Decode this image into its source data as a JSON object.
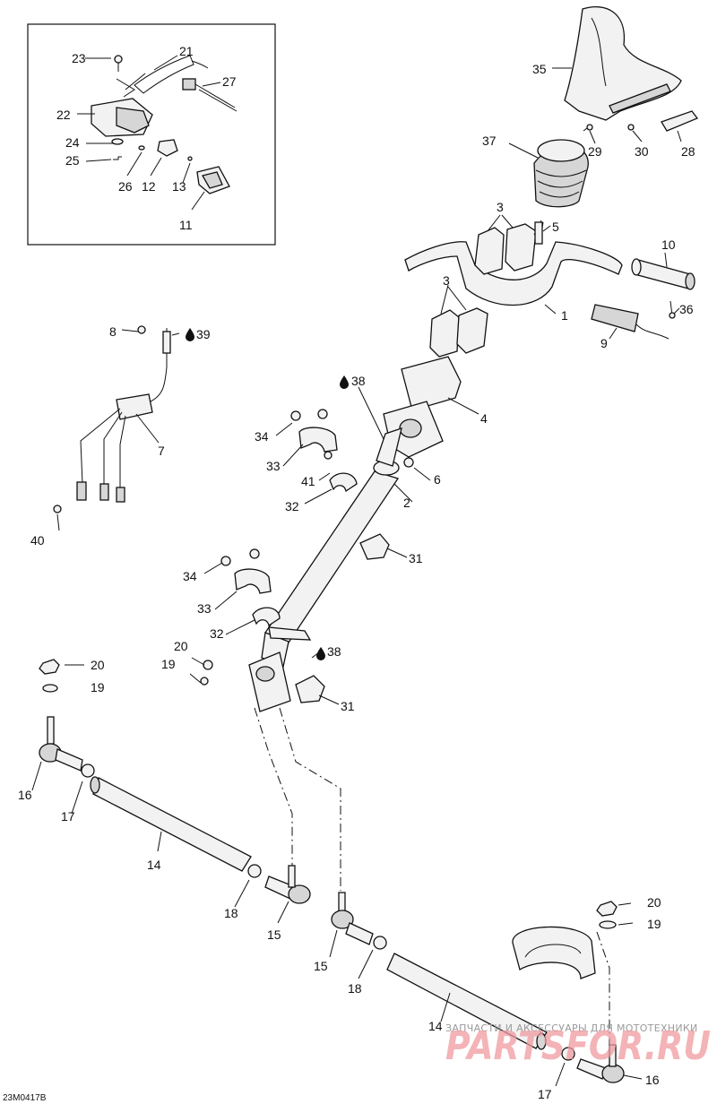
{
  "diagram": {
    "drawing_code": "23M0417B",
    "callouts": [
      {
        "id": "c23",
        "text": "23"
      },
      {
        "id": "c21",
        "text": "21"
      },
      {
        "id": "c27",
        "text": "27"
      },
      {
        "id": "c22",
        "text": "22"
      },
      {
        "id": "c24",
        "text": "24"
      },
      {
        "id": "c25",
        "text": "25"
      },
      {
        "id": "c26",
        "text": "26"
      },
      {
        "id": "c12",
        "text": "12"
      },
      {
        "id": "c13",
        "text": "13"
      },
      {
        "id": "c11",
        "text": "11"
      },
      {
        "id": "c35",
        "text": "35"
      },
      {
        "id": "c29",
        "text": "29"
      },
      {
        "id": "c30",
        "text": "30"
      },
      {
        "id": "c28",
        "text": "28"
      },
      {
        "id": "c37",
        "text": "37"
      },
      {
        "id": "c3a",
        "text": "3"
      },
      {
        "id": "c5",
        "text": "5"
      },
      {
        "id": "c10",
        "text": "10"
      },
      {
        "id": "c3b",
        "text": "3"
      },
      {
        "id": "c1",
        "text": "1"
      },
      {
        "id": "c36",
        "text": "36"
      },
      {
        "id": "c9",
        "text": "9"
      },
      {
        "id": "c8",
        "text": "8"
      },
      {
        "id": "c39",
        "text": "39"
      },
      {
        "id": "c38a",
        "text": "38"
      },
      {
        "id": "c4",
        "text": "4"
      },
      {
        "id": "c7",
        "text": "7"
      },
      {
        "id": "c34a",
        "text": "34"
      },
      {
        "id": "c33a",
        "text": "33"
      },
      {
        "id": "c41",
        "text": "41"
      },
      {
        "id": "c6",
        "text": "6"
      },
      {
        "id": "c32a",
        "text": "32"
      },
      {
        "id": "c2",
        "text": "2"
      },
      {
        "id": "c40",
        "text": "40"
      },
      {
        "id": "c31a",
        "text": "31"
      },
      {
        "id": "c34b",
        "text": "34"
      },
      {
        "id": "c33b",
        "text": "33"
      },
      {
        "id": "c32b",
        "text": "32"
      },
      {
        "id": "c20a",
        "text": "20"
      },
      {
        "id": "c20b",
        "text": "20"
      },
      {
        "id": "c19a",
        "text": "19"
      },
      {
        "id": "c38b",
        "text": "38"
      },
      {
        "id": "c19b",
        "text": "19"
      },
      {
        "id": "c31b",
        "text": "31"
      },
      {
        "id": "c16a",
        "text": "16"
      },
      {
        "id": "c17a",
        "text": "17"
      },
      {
        "id": "c14a",
        "text": "14"
      },
      {
        "id": "c18a",
        "text": "18"
      },
      {
        "id": "c15a",
        "text": "15"
      },
      {
        "id": "c20c",
        "text": "20"
      },
      {
        "id": "c19c",
        "text": "19"
      },
      {
        "id": "c15b",
        "text": "15"
      },
      {
        "id": "c18b",
        "text": "18"
      },
      {
        "id": "c14b",
        "text": "14"
      },
      {
        "id": "c17b",
        "text": "17"
      },
      {
        "id": "c16b",
        "text": "16"
      }
    ]
  },
  "watermark": {
    "tagline": "ЗАПЧАСТИ И АКСЕССУАРЫ ДЛЯ МОТОТЕХНИКИ",
    "logo_text": "PARTSFOR.RU"
  }
}
